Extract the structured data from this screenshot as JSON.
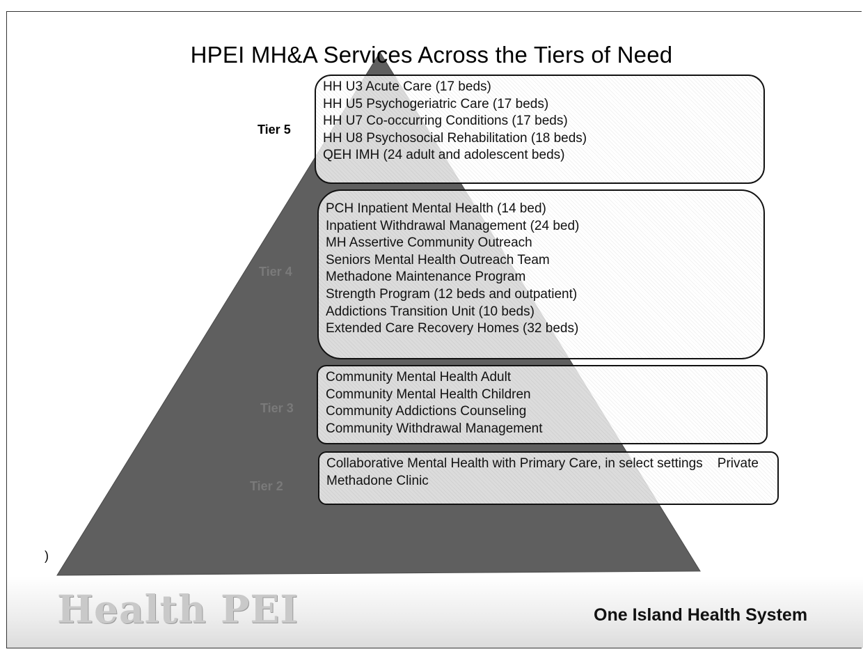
{
  "slide": {
    "title": "HPEI MH&A Services Across the Tiers of Need",
    "colors": {
      "pyramid": "#5f5f5f",
      "box_border": "#111111",
      "logo": "#c9c9c9"
    }
  },
  "tiers": [
    {
      "label": "Tier 5",
      "items": [
        "HH U3 Acute Care (17 beds)",
        "HH U5 Psychogeriatric Care (17 beds)",
        "HH U7 Co-occurring Conditions (17 beds)",
        "HH U8 Psychosocial Rehabilitation (18 beds)",
        "QEH IMH (24 adult and adolescent beds)"
      ]
    },
    {
      "label": "Tier 4",
      "items": [
        "PCH Inpatient Mental Health (14 bed)",
        "Inpatient Withdrawal Management (24 bed)",
        "MH Assertive Community Outreach",
        "Seniors Mental Health Outreach Team",
        "Methadone Maintenance Program",
        "Strength Program (12 beds and outpatient)",
        "Addictions Transition Unit (10 beds)",
        "Extended Care Recovery Homes (32 beds)"
      ]
    },
    {
      "label": "Tier 3",
      "items": [
        "Community Mental Health Adult",
        "Community Mental Health Children",
        "Community Addictions Counseling",
        "Community Withdrawal Management"
      ]
    },
    {
      "label": "Tier 2",
      "items": [
        "Collaborative Mental Health with Primary Care, in select settings    Private Methadone Clinic"
      ]
    }
  ],
  "footer": {
    "logo": "Health PEI",
    "tagline": "One Island Health System",
    "stray_mark": ")"
  }
}
